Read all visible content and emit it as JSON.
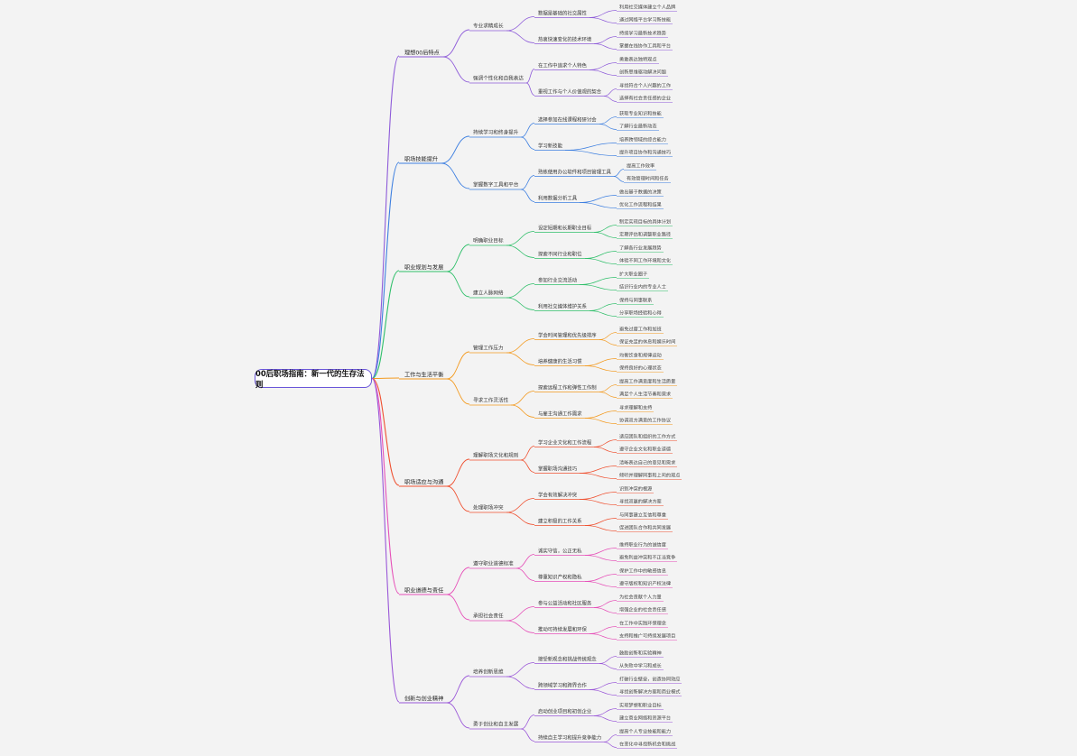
{
  "root": "00后职场指南：新一代的生存法则",
  "palette": [
    "#8e5bd9",
    "#3d7fe0",
    "#2fbf6a",
    "#f39a1f",
    "#ef5030",
    "#e64fb8",
    "#9a57d8"
  ],
  "branches": [
    {
      "label": "理想00后特点",
      "children": [
        {
          "label": "专业求精成长",
          "children": [
            {
              "label": "数据是基础的社交属性",
              "children": [
                "利用社交媒体建立个人品牌",
                "通过网络平台学习新技能"
              ]
            },
            {
              "label": "热衷快速变化的技术环境",
              "children": [
                "持续学习最新技术趋势",
                "掌握在线协作工具和平台"
              ]
            }
          ]
        },
        {
          "label": "强调个性化和自我表达",
          "children": [
            {
              "label": "在工作中追求个人特色",
              "children": [
                "勇敢表达独特观点",
                "创新思维驱动解决问题"
              ]
            },
            {
              "label": "重视工作与个人价值观的契合",
              "children": [
                "寻找符合个人兴趣的工作",
                "选择有社会责任感的企业"
              ]
            }
          ]
        }
      ]
    },
    {
      "label": "职场技能提升",
      "children": [
        {
          "label": "持续学习和终身提升",
          "children": [
            {
              "label": "选择参加在线课程和研讨会",
              "children": [
                "获取专业知识和技能",
                "了解行业最新动态"
              ]
            },
            {
              "label": "学习新技能",
              "children": [
                "培养跨领域的综合能力",
                "提升项目协作和沟通技巧"
              ]
            }
          ]
        },
        {
          "label": "掌握数字工具和平台",
          "children": [
            {
              "label": "熟练使用办公软件和项目管理工具",
              "children": [
                "提高工作效率",
                "有效管理时间和任务"
              ]
            },
            {
              "label": "利用数据分析工具",
              "children": [
                "做出基于数据的决策",
                "优化工作流程和结果"
              ]
            }
          ]
        }
      ]
    },
    {
      "label": "职业规划与发展",
      "children": [
        {
          "label": "明确职业目标",
          "children": [
            {
              "label": "设定短期和长期职业目标",
              "children": [
                "制定实现目标的具体计划",
                "定期评估和调整职业路径"
              ]
            },
            {
              "label": "探索不同行业和职位",
              "children": [
                "了解各行业发展趋势",
                "体验不同工作环境和文化"
              ]
            }
          ]
        },
        {
          "label": "建立人脉网络",
          "children": [
            {
              "label": "参加行业交流活动",
              "children": [
                "扩大职业圈子",
                "结识行业内的专业人士"
              ]
            },
            {
              "label": "利用社交媒体维护关系",
              "children": [
                "保持与同事联系",
                "分享职场经验和心得"
              ]
            }
          ]
        }
      ]
    },
    {
      "label": "工作与生活平衡",
      "children": [
        {
          "label": "管理工作压力",
          "children": [
            {
              "label": "学会时间管理和优先级排序",
              "children": [
                "避免过度工作和加班",
                "保证充足的休息和娱乐时间"
              ]
            },
            {
              "label": "培养健康的生活习惯",
              "children": [
                "均衡饮食和规律运动",
                "保持良好的心理状态"
              ]
            }
          ]
        },
        {
          "label": "寻求工作灵活性",
          "children": [
            {
              "label": "探索远程工作和弹性工作制",
              "children": [
                "提高工作满意度和生活质量",
                "满足个人生活节奏和需求"
              ]
            },
            {
              "label": "与雇主沟通工作需求",
              "children": [
                "寻求理解和支持",
                "协调双方满意的工作协议"
              ]
            }
          ]
        }
      ]
    },
    {
      "label": "职场适应与沟通",
      "children": [
        {
          "label": "理解职场文化和规则",
          "children": [
            {
              "label": "学习企业文化和工作流程",
              "children": [
                "适应团队和组织的工作方式",
                "遵守企业文化和职业道德"
              ]
            },
            {
              "label": "掌握职场沟通技巧",
              "children": [
                "清晰表达自己的意见和需求",
                "倾听并理解同事和上司的观点"
              ]
            }
          ]
        },
        {
          "label": "处理职场冲突",
          "children": [
            {
              "label": "学会有效解决冲突",
              "children": [
                "识别冲突的根源",
                "寻找双赢的解决方案"
              ]
            },
            {
              "label": "建立积极的工作关系",
              "children": [
                "与同事建立互信和尊重",
                "促进团队合作和共同发展"
              ]
            }
          ]
        }
      ]
    },
    {
      "label": "职业道德与责任",
      "children": [
        {
          "label": "遵守职业道德标准",
          "children": [
            {
              "label": "诚实守信，公正无私",
              "children": [
                "维持职业行为的诚信度",
                "避免利益冲突和不正当竞争"
              ]
            },
            {
              "label": "尊重知识产权和隐私",
              "children": [
                "保护工作中的敏感信息",
                "遵守版权和知识产权法律"
              ]
            }
          ]
        },
        {
          "label": "承担社会责任",
          "children": [
            {
              "label": "参与公益活动和社区服务",
              "children": [
                "为社会贡献个人力量",
                "增强企业的社会责任感"
              ]
            },
            {
              "label": "推动可持续发展和环保",
              "children": [
                "在工作中实践环保理念",
                "支持和推广可持续发展项目"
              ]
            }
          ]
        }
      ]
    },
    {
      "label": "创新与创业精神",
      "children": [
        {
          "label": "培养创新思维",
          "children": [
            {
              "label": "接受新观念和挑战传统观念",
              "children": [
                "鼓励创新和实验精神",
                "从失败中学习和成长"
              ]
            },
            {
              "label": "跨领域学习和跨界合作",
              "children": [
                "打破行业壁垒，创造协同效应",
                "寻找创新解决方案和商业模式"
              ]
            }
          ]
        },
        {
          "label": "勇于创业和自主发展",
          "children": [
            {
              "label": "启动创业项目和初创企业",
              "children": [
                "实现梦想和职业目标",
                "建立商业网络和资源平台"
              ]
            },
            {
              "label": "持续自主学习和提升竞争能力",
              "children": [
                "提高个人专业技能和能力",
                "在变化中寻找新机会和挑战"
              ]
            }
          ]
        }
      ]
    }
  ]
}
